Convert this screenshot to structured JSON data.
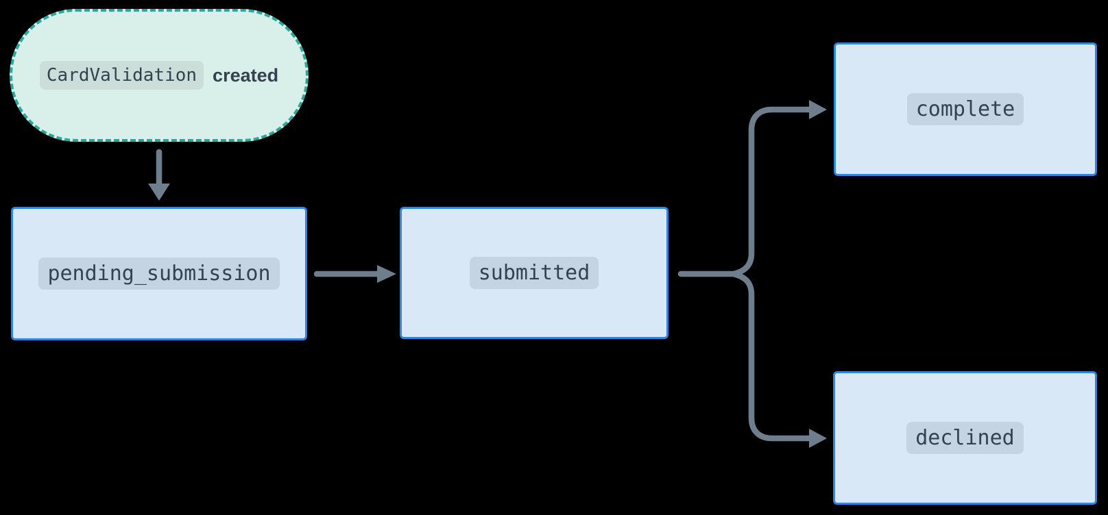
{
  "diagram": {
    "type": "state-flow-diagram",
    "event_node": {
      "badge_label": "CardValidation",
      "suffix_label": "created"
    },
    "states": [
      {
        "label": "pending_submission"
      },
      {
        "label": "submitted"
      },
      {
        "label": "complete"
      },
      {
        "label": "declined"
      }
    ],
    "edges": [
      {
        "from": "CardValidation created",
        "to": "pending_submission"
      },
      {
        "from": "pending_submission",
        "to": "submitted"
      },
      {
        "from": "submitted",
        "to": "complete"
      },
      {
        "from": "submitted",
        "to": "declined"
      }
    ],
    "colors": {
      "background": "#000000",
      "text": "#33424e",
      "event_fill": "#d8efea",
      "event_border": "#2aa89b",
      "event_badge_bg": "#cbded9",
      "state_fill": "#d9e8f7",
      "state_border": "#2f86e0",
      "state_badge_bg": "#c5d4e2",
      "connector": "#6f7e8d"
    }
  }
}
